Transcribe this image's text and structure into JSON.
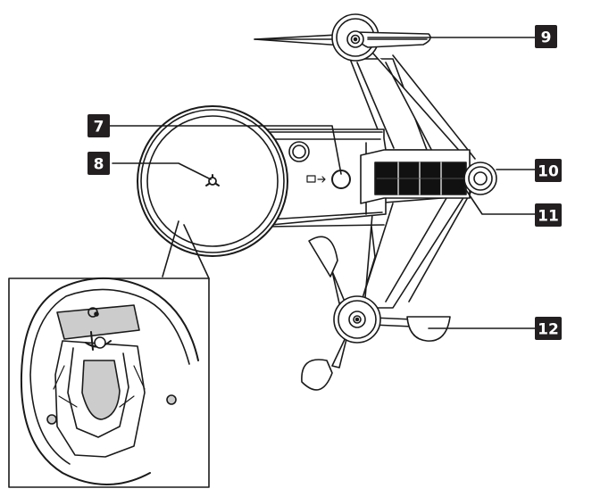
{
  "callouts": {
    "c7": {
      "label": "7",
      "color": "#231f20"
    },
    "c8": {
      "label": "8",
      "color": "#231f20"
    },
    "c9": {
      "label": "9",
      "color": "#231f20"
    },
    "c10": {
      "label": "10",
      "color": "#231f20"
    },
    "c11": {
      "label": "11",
      "color": "#231f20"
    },
    "c12": {
      "label": "12",
      "color": "#231f20"
    }
  },
  "colors": {
    "line": "#1a1a1a",
    "fill": "#ffffff",
    "shade": "#cccccc",
    "dark": "#111111"
  },
  "icons": {
    "rain_gauge": "rain-gauge-icon",
    "reset_button": "reset-button-icon",
    "wind_vane": "wind-vane-icon",
    "bubble_level": "bubble-level-icon",
    "solar_panel": "solar-panel-icon",
    "anemometer": "anemometer-icon",
    "inset_view": "rain-funnel-inset-icon"
  }
}
